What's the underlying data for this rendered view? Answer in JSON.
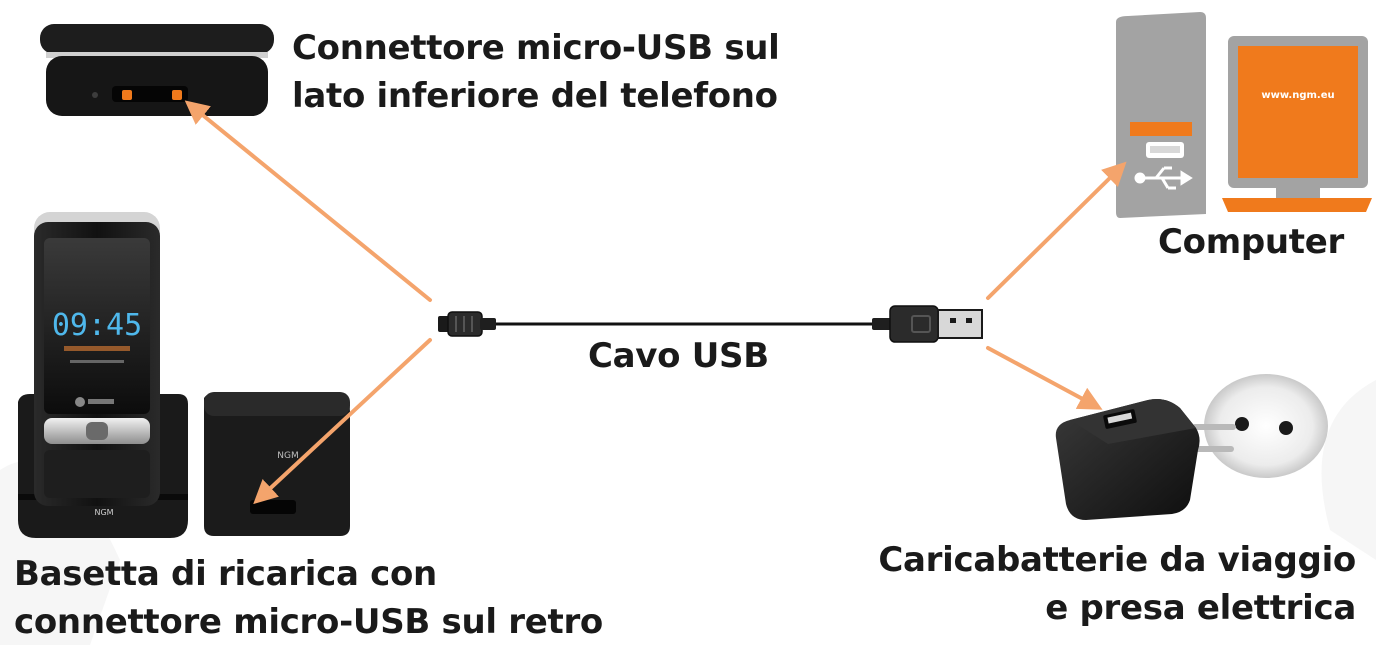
{
  "labels": {
    "phone_connector": {
      "line1": "Connettore micro-USB sul",
      "line2": "lato inferiore del telefono"
    },
    "computer": "Computer",
    "cable": "Cavo USB",
    "base": {
      "line1": "Basetta di ricarica con",
      "line2": "connettore micro-USB sul retro"
    },
    "charger": {
      "line1": "Caricabatterie da viaggio",
      "line2": "e presa elettrica"
    }
  },
  "screen_texts": {
    "phone_time": "09:45",
    "monitor_url": "www.ngm.eu"
  },
  "colors": {
    "arrow": "#f4a46c",
    "accent": "#f07a1c",
    "device_dark": "#1c1c1c",
    "computer_gray": "#a3a3a3",
    "text": "#1a1a1a"
  }
}
